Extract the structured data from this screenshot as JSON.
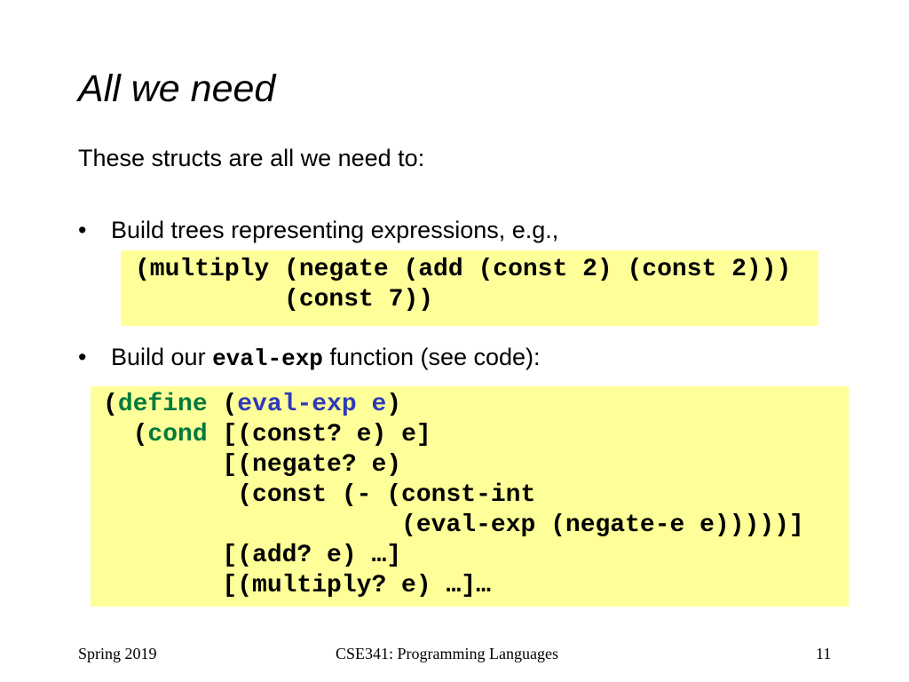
{
  "slide": {
    "title": "All we need",
    "intro": "These structs are all we need to:",
    "bullet_symbol": "•",
    "bullet1": {
      "text": "Build trees representing expressions, e.g.,"
    },
    "bullet2": {
      "text_before": "Build our ",
      "code": "eval-exp",
      "text_after": " function (see code):"
    },
    "code_example": {
      "line1": "(multiply (negate (add (const 2) (const 2)))",
      "line2": "          (const 7))"
    },
    "eval_code": {
      "l1_open": "(",
      "l1_define": "define",
      "l1_sp1": " (",
      "l1_fname": "eval-exp",
      "l1_sp2": " ",
      "l1_arg": "e",
      "l1_close": ")",
      "l2_open": "  (",
      "l2_cond": "cond",
      "l2_rest": " [(const? e) e]",
      "l3": "        [(negate? e)",
      "l4": "         (const (- (const-int",
      "l5": "                    (eval-exp (negate-e e)))))]",
      "l6": "        [(add? e) …]",
      "l7": "        [(multiply? e) …]…"
    },
    "colors": {
      "code_background": "#ffff99",
      "keyword_define": "#007a3d",
      "keyword_cond": "#007a3d",
      "function_name": "#2e3ab8"
    }
  },
  "footer": {
    "left": "Spring 2019",
    "center": "CSE341: Programming Languages",
    "page_number": "11"
  }
}
